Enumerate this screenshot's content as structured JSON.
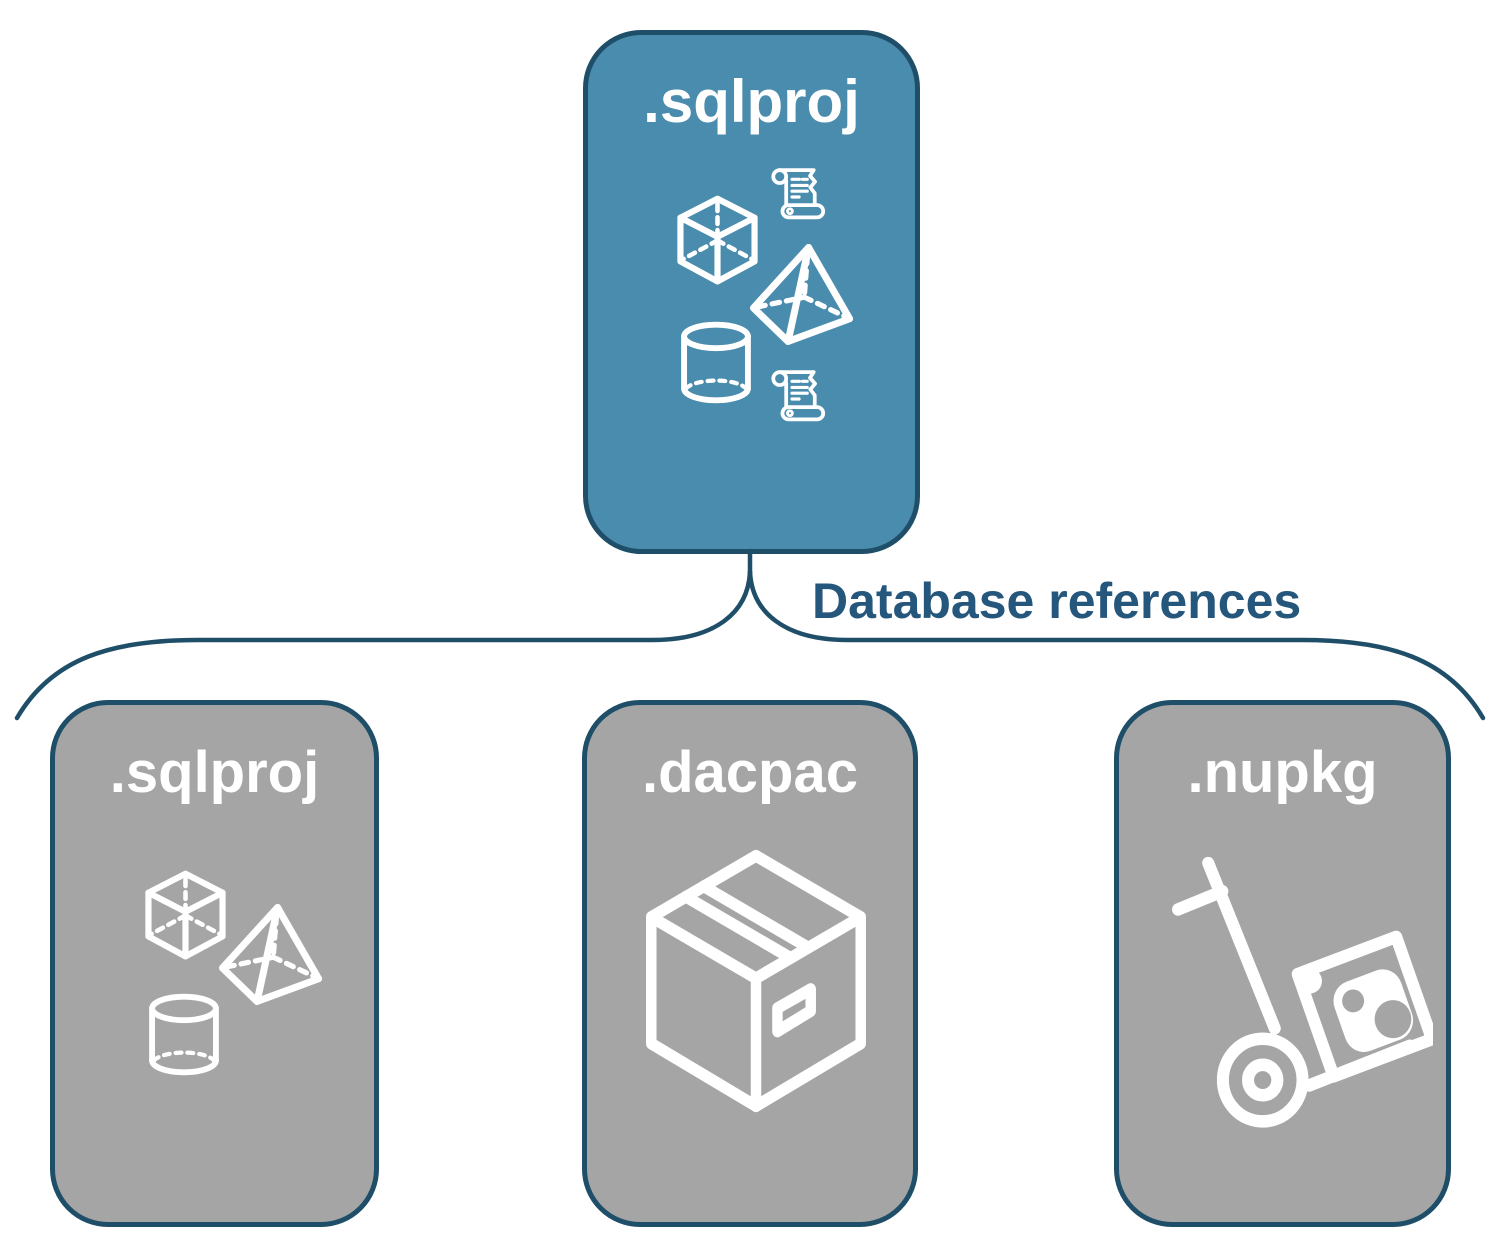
{
  "parent_node": {
    "label": ".sqlproj"
  },
  "connector": {
    "label": "Database references"
  },
  "children": [
    {
      "label": ".sqlproj",
      "icons": [
        "cube-icon",
        "pyramid-icon",
        "cylinder-icon"
      ]
    },
    {
      "label": ".dacpac",
      "icons": [
        "package-box-icon"
      ]
    },
    {
      "label": ".nupkg",
      "icons": [
        "nuget-handtruck-icon"
      ]
    }
  ],
  "parent_icons": [
    "cube-icon",
    "scroll-icon",
    "pyramid-icon",
    "cylinder-icon",
    "scroll-icon"
  ],
  "colors": {
    "parent_fill": "#4A8CAD",
    "child_fill": "#A5A5A5",
    "outline": "#1F4E69",
    "connector_text": "#25567B",
    "node_text": "#FFFFFF",
    "icon_stroke": "#FFFFFF",
    "background": "#FFFFFF"
  }
}
